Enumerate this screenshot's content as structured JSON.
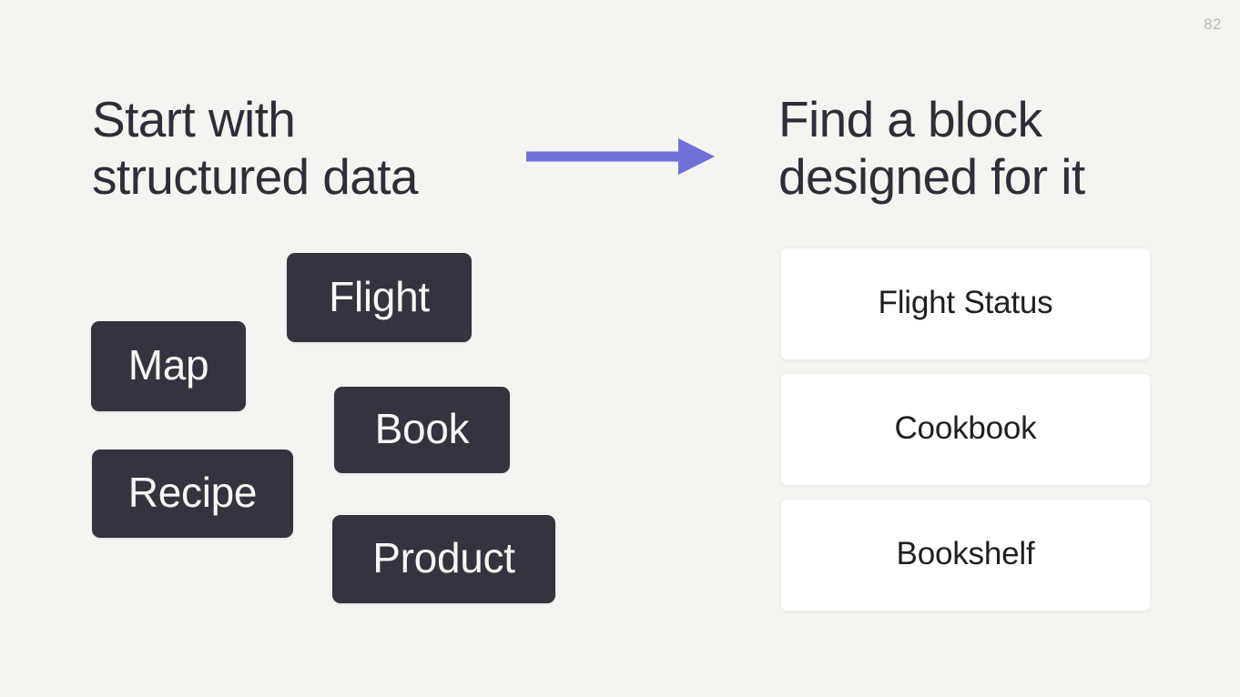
{
  "slide": {
    "page_number": "82",
    "background_color": "#f4f5f0",
    "text_color": "#2f2d3a"
  },
  "left_column": {
    "heading": "Start with\nstructured data",
    "chips": [
      {
        "label": "Flight",
        "name": "chip-flight"
      },
      {
        "label": "Map",
        "name": "chip-map"
      },
      {
        "label": "Book",
        "name": "chip-book"
      },
      {
        "label": "Recipe",
        "name": "chip-recipe"
      },
      {
        "label": "Product",
        "name": "chip-product"
      }
    ],
    "chip_color": "#35333f",
    "chip_text_color": "#f7f7f5"
  },
  "arrow": {
    "icon": "arrow-right-icon",
    "color": "#6f71d8",
    "direction": "right"
  },
  "right_column": {
    "heading": "Find a block\ndesigned for it",
    "cards": [
      {
        "label": "Flight Status",
        "name": "card-flight-status"
      },
      {
        "label": "Cookbook",
        "name": "card-cookbook"
      },
      {
        "label": "Bookshelf",
        "name": "card-bookshelf"
      }
    ],
    "card_color": "#ffffff",
    "card_text_color": "#1f1f23"
  }
}
